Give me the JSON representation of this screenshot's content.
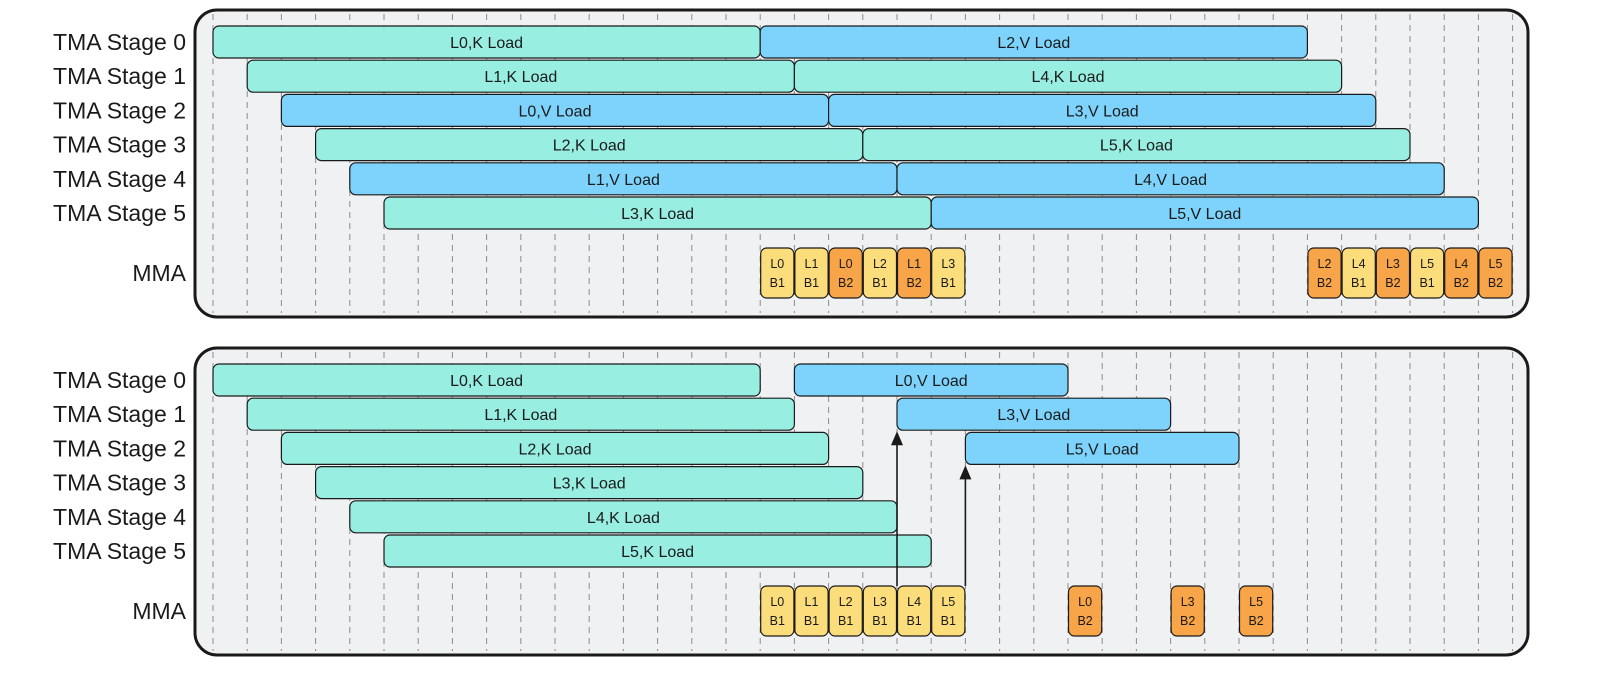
{
  "colors": {
    "k_load": "#99eee2",
    "v_load": "#7dd3fb",
    "b1": "#fbdd7b",
    "b2": "#f8a448",
    "panel": "#f0f1f3",
    "border": "#1a1a1a"
  },
  "panels": [
    {
      "name": "top",
      "rows": [
        {
          "label": "TMA Stage 0",
          "bars": [
            {
              "text": "L0,K Load",
              "start": 0,
              "end": 16,
              "kind": "k_load"
            },
            {
              "text": "L2,V Load",
              "start": 16,
              "end": 32,
              "kind": "v_load"
            }
          ]
        },
        {
          "label": "TMA Stage 1",
          "bars": [
            {
              "text": "L1,K Load",
              "start": 1,
              "end": 17,
              "kind": "k_load"
            },
            {
              "text": "L4,K Load",
              "start": 17,
              "end": 33,
              "kind": "k_load"
            }
          ]
        },
        {
          "label": "TMA Stage 2",
          "bars": [
            {
              "text": "L0,V Load",
              "start": 2,
              "end": 18,
              "kind": "v_load"
            },
            {
              "text": "L3,V Load",
              "start": 18,
              "end": 34,
              "kind": "v_load"
            }
          ]
        },
        {
          "label": "TMA Stage 3",
          "bars": [
            {
              "text": "L2,K Load",
              "start": 3,
              "end": 19,
              "kind": "k_load"
            },
            {
              "text": "L5,K Load",
              "start": 19,
              "end": 35,
              "kind": "k_load"
            }
          ]
        },
        {
          "label": "TMA Stage 4",
          "bars": [
            {
              "text": "L1,V Load",
              "start": 4,
              "end": 20,
              "kind": "v_load"
            },
            {
              "text": "L4,V Load",
              "start": 20,
              "end": 36,
              "kind": "v_load"
            }
          ]
        },
        {
          "label": "TMA Stage 5",
          "bars": [
            {
              "text": "L3,K Load",
              "start": 5,
              "end": 21,
              "kind": "k_load"
            },
            {
              "text": "L5,V Load",
              "start": 21,
              "end": 37,
              "kind": "v_load"
            }
          ]
        }
      ],
      "mma": {
        "label": "MMA",
        "blocks": [
          {
            "line1": "L0",
            "line2": "B1",
            "slot": 16,
            "kind": "b1"
          },
          {
            "line1": "L1",
            "line2": "B1",
            "slot": 17,
            "kind": "b1"
          },
          {
            "line1": "L0",
            "line2": "B2",
            "slot": 18,
            "kind": "b2"
          },
          {
            "line1": "L2",
            "line2": "B1",
            "slot": 19,
            "kind": "b1"
          },
          {
            "line1": "L1",
            "line2": "B2",
            "slot": 20,
            "kind": "b2"
          },
          {
            "line1": "L3",
            "line2": "B1",
            "slot": 21,
            "kind": "b1"
          },
          {
            "line1": "L2",
            "line2": "B2",
            "slot": 32,
            "kind": "b2"
          },
          {
            "line1": "L4",
            "line2": "B1",
            "slot": 33,
            "kind": "b1"
          },
          {
            "line1": "L3",
            "line2": "B2",
            "slot": 34,
            "kind": "b2"
          },
          {
            "line1": "L5",
            "line2": "B1",
            "slot": 35,
            "kind": "b1"
          },
          {
            "line1": "L4",
            "line2": "B2",
            "slot": 36,
            "kind": "b2"
          },
          {
            "line1": "L5",
            "line2": "B2",
            "slot": 37,
            "kind": "b2"
          }
        ]
      },
      "arrows": []
    },
    {
      "name": "bottom",
      "rows": [
        {
          "label": "TMA Stage 0",
          "bars": [
            {
              "text": "L0,K Load",
              "start": 0,
              "end": 16,
              "kind": "k_load"
            },
            {
              "text": "L0,V Load",
              "start": 17,
              "end": 25,
              "kind": "v_load"
            }
          ]
        },
        {
          "label": "TMA Stage 1",
          "bars": [
            {
              "text": "L1,K Load",
              "start": 1,
              "end": 17,
              "kind": "k_load"
            },
            {
              "text": "L3,V Load",
              "start": 20,
              "end": 28,
              "kind": "v_load"
            }
          ]
        },
        {
          "label": "TMA Stage 2",
          "bars": [
            {
              "text": "L2,K Load",
              "start": 2,
              "end": 18,
              "kind": "k_load"
            },
            {
              "text": "L5,V Load",
              "start": 22,
              "end": 30,
              "kind": "v_load"
            }
          ]
        },
        {
          "label": "TMA Stage 3",
          "bars": [
            {
              "text": "L3,K Load",
              "start": 3,
              "end": 19,
              "kind": "k_load"
            }
          ]
        },
        {
          "label": "TMA Stage 4",
          "bars": [
            {
              "text": "L4,K Load",
              "start": 4,
              "end": 20,
              "kind": "k_load"
            }
          ]
        },
        {
          "label": "TMA Stage 5",
          "bars": [
            {
              "text": "L5,K Load",
              "start": 5,
              "end": 21,
              "kind": "k_load"
            }
          ]
        }
      ],
      "mma": {
        "label": "MMA",
        "blocks": [
          {
            "line1": "L0",
            "line2": "B1",
            "slot": 16,
            "kind": "b1"
          },
          {
            "line1": "L1",
            "line2": "B1",
            "slot": 17,
            "kind": "b1"
          },
          {
            "line1": "L2",
            "line2": "B1",
            "slot": 18,
            "kind": "b1"
          },
          {
            "line1": "L3",
            "line2": "B1",
            "slot": 19,
            "kind": "b1"
          },
          {
            "line1": "L4",
            "line2": "B1",
            "slot": 20,
            "kind": "b1"
          },
          {
            "line1": "L5",
            "line2": "B1",
            "slot": 21,
            "kind": "b1"
          },
          {
            "line1": "L0",
            "line2": "B2",
            "slot": 25,
            "kind": "b2"
          },
          {
            "line1": "L3",
            "line2": "B2",
            "slot": 28,
            "kind": "b2"
          },
          {
            "line1": "L5",
            "line2": "B2",
            "slot": 30,
            "kind": "b2"
          }
        ]
      },
      "arrows": [
        {
          "slot": 20,
          "from_row": "mma",
          "to_row": 1
        },
        {
          "slot": 22,
          "from_row": "mma",
          "to_row": 2
        }
      ]
    }
  ]
}
